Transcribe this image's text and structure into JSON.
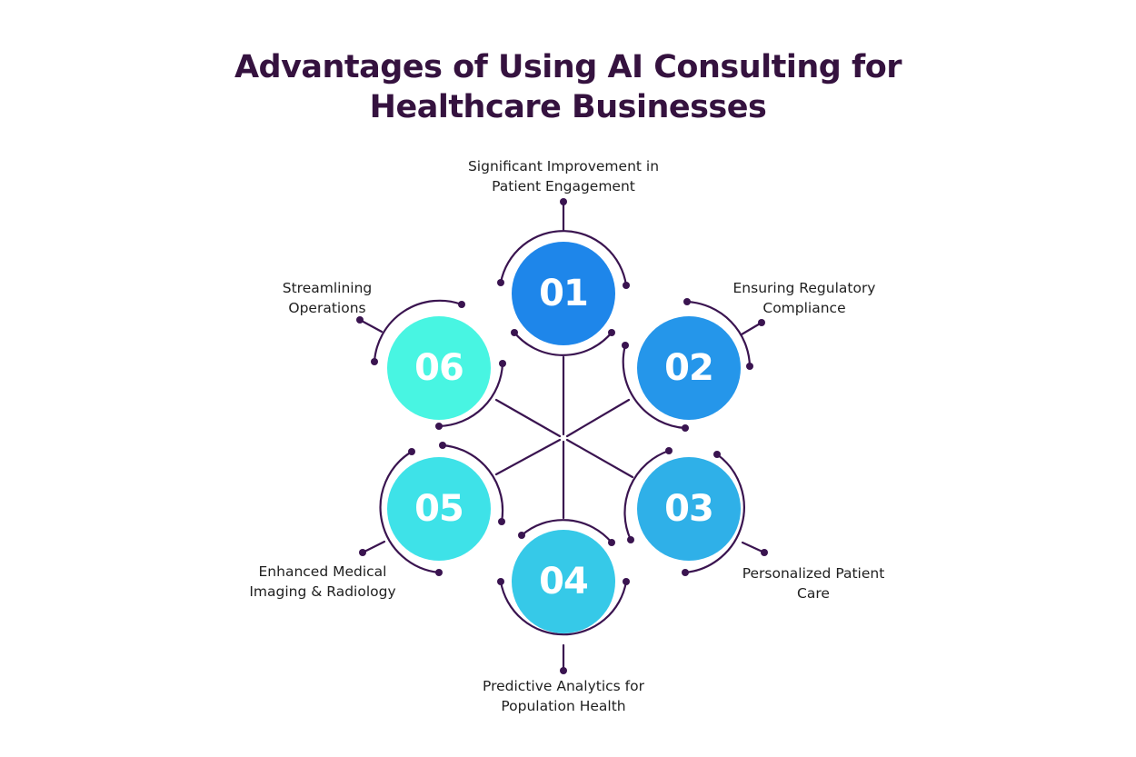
{
  "title": {
    "line1": "Advantages of Using AI Consulting for",
    "line2": "Healthcare Businesses"
  },
  "colors": {
    "title": "#35123f",
    "connector": "#3a1450",
    "circle_01": "#1e86ea",
    "circle_02": "#2596ea",
    "circle_03": "#2fb0e8",
    "circle_04": "#36c9e8",
    "circle_05": "#3ee2e8",
    "circle_06": "#48f5e2"
  },
  "items": [
    {
      "number": "01",
      "line1": "Significant Improvement in",
      "line2": "Patient Engagement"
    },
    {
      "number": "02",
      "line1": "Ensuring Regulatory",
      "line2": "Compliance"
    },
    {
      "number": "03",
      "line1": "Personalized Patient",
      "line2": "Care"
    },
    {
      "number": "04",
      "line1": "Predictive Analytics for",
      "line2": "Population Health"
    },
    {
      "number": "05",
      "line1": "Enhanced Medical",
      "line2": "Imaging & Radiology"
    },
    {
      "number": "06",
      "line1": "Streamlining",
      "line2": "Operations"
    }
  ]
}
